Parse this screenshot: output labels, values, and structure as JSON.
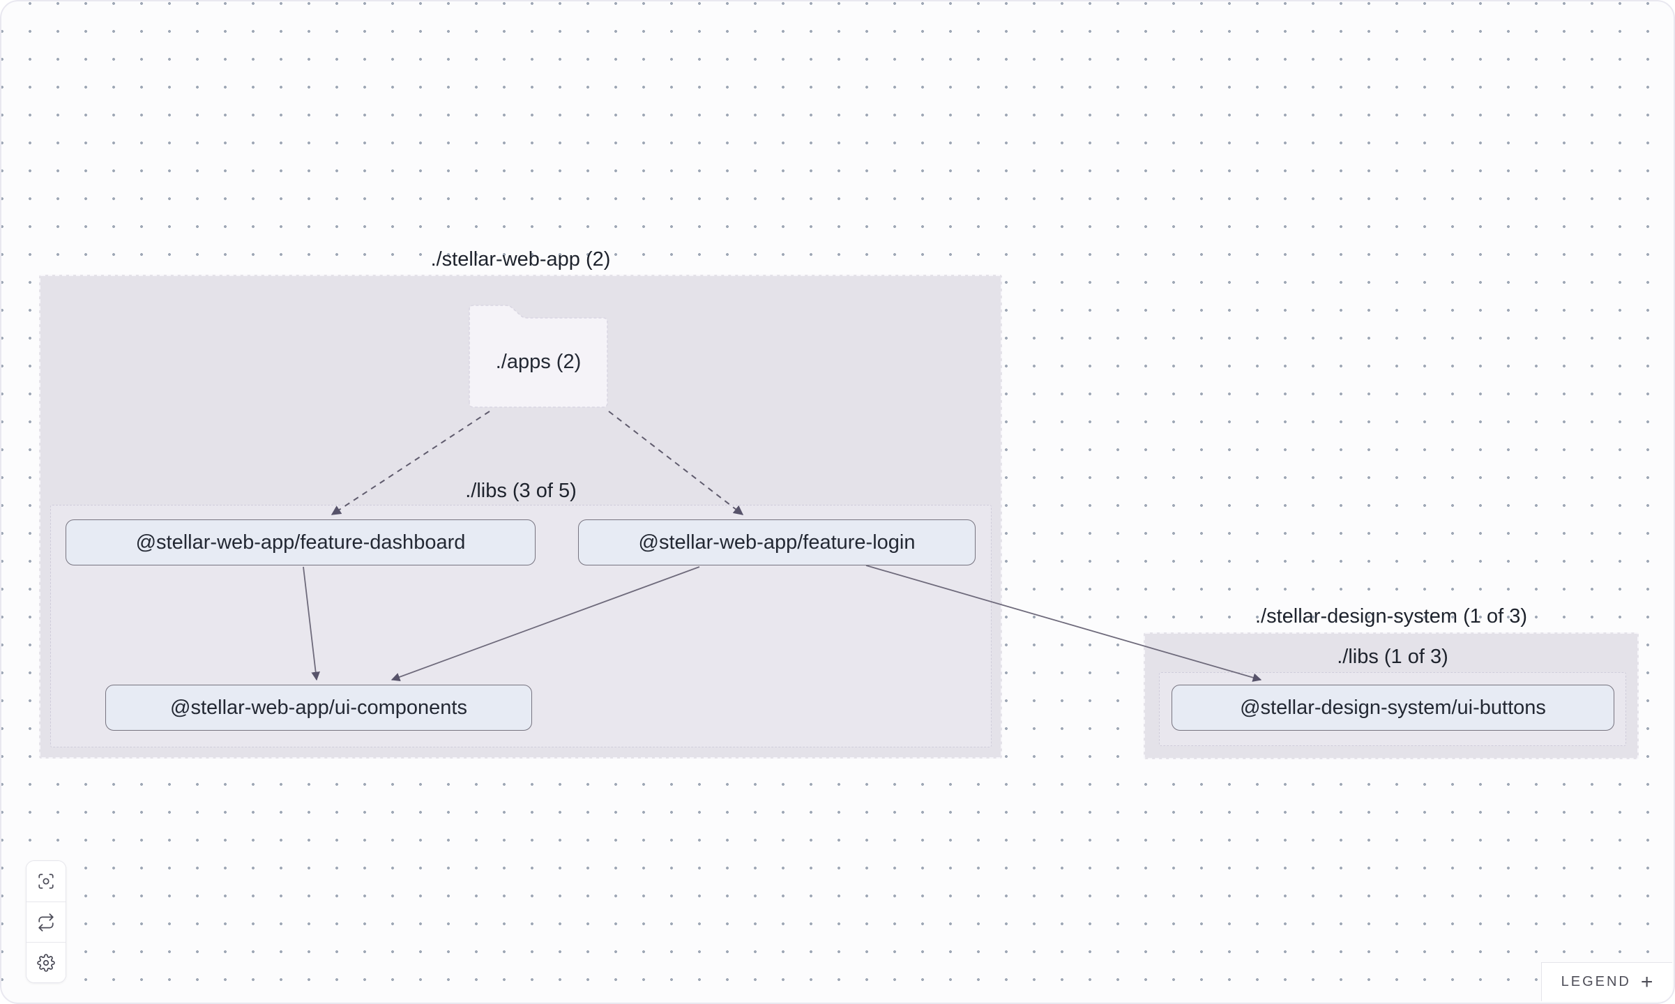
{
  "graph": {
    "groups": [
      {
        "id": "stellar-web-app",
        "label": "./stellar-web-app (2)"
      },
      {
        "id": "stellar-web-app-libs",
        "label": "./libs (3 of 5)"
      },
      {
        "id": "stellar-design-system",
        "label": "./stellar-design-system (1 of 3)"
      },
      {
        "id": "stellar-design-system-libs",
        "label": "./libs (1 of 3)"
      }
    ],
    "folder_node": {
      "id": "apps",
      "label": "./apps (2)"
    },
    "nodes": [
      {
        "id": "feature-dashboard",
        "label": "@stellar-web-app/feature-dashboard"
      },
      {
        "id": "feature-login",
        "label": "@stellar-web-app/feature-login"
      },
      {
        "id": "ui-components",
        "label": "@stellar-web-app/ui-components"
      },
      {
        "id": "ui-buttons",
        "label": "@stellar-design-system/ui-buttons"
      }
    ],
    "edges": [
      {
        "from": "./apps",
        "to": "feature-dashboard",
        "style": "dashed"
      },
      {
        "from": "./apps",
        "to": "feature-login",
        "style": "dashed"
      },
      {
        "from": "feature-dashboard",
        "to": "ui-components",
        "style": "solid"
      },
      {
        "from": "feature-login",
        "to": "ui-components",
        "style": "solid"
      },
      {
        "from": "feature-login",
        "to": "ui-buttons",
        "style": "solid"
      }
    ]
  },
  "toolbar": {
    "buttons": [
      {
        "name": "center-graph",
        "icon": "crosshair-icon"
      },
      {
        "name": "refresh-graph",
        "icon": "refresh-icon"
      },
      {
        "name": "settings",
        "icon": "gear-icon"
      }
    ]
  },
  "legend": {
    "label": "LEGEND",
    "toggle": "+"
  },
  "colors": {
    "canvas_bg": "#fcfcfd",
    "dot": "#9fa8b6",
    "group_fill": "#e4e2e9",
    "node_fill": "#e7ebf4",
    "node_border": "#76737f",
    "edge": "#6e6a7b",
    "text": "#1d222c"
  }
}
